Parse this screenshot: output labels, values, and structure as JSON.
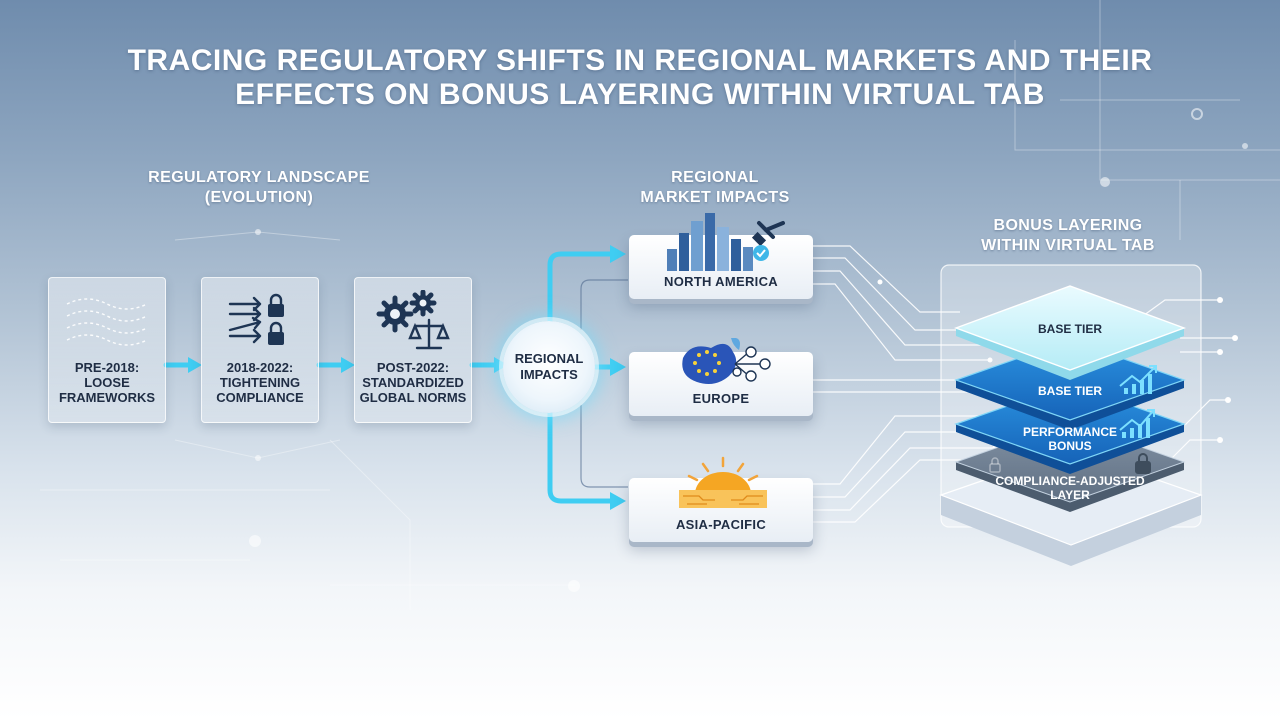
{
  "title": {
    "line1": "TRACING REGULATORY SHIFTS IN REGIONAL MARKETS AND THEIR",
    "line2": "EFFECTS ON BONUS LAYERING WITHIN VIRTUAL TAB"
  },
  "regulatory_landscape": {
    "heading_line1": "REGULATORY LANDSCAPE",
    "heading_line2": "(EVOLUTION)",
    "stages": [
      {
        "line1": "PRE-2018:",
        "line2": "LOOSE",
        "line3": "FRAMEWORKS",
        "icon": "wavy-lines-icon"
      },
      {
        "line1": "2018-2022:",
        "line2": "TIGHTENING",
        "line3": "COMPLIANCE",
        "icon": "arrows-lock-icon"
      },
      {
        "line1": "POST-2022:",
        "line2": "STANDARDIZED",
        "line3": "GLOBAL NORMS",
        "icon": "gears-scales-icon"
      }
    ]
  },
  "hub": {
    "line1": "REGIONAL",
    "line2": "IMPACTS"
  },
  "regional_market_impacts": {
    "heading_line1": "REGIONAL",
    "heading_line2": "MARKET IMPACTS",
    "regions": [
      {
        "label": "NORTH AMERICA",
        "icon": "city-skyline-gavel-icon"
      },
      {
        "label": "EUROPE",
        "icon": "eu-stars-network-icon"
      },
      {
        "label": "ASIA-PACIFIC",
        "icon": "sunrise-circuit-icon"
      }
    ]
  },
  "bonus_layering": {
    "heading_line1": "BONUS LAYERING",
    "heading_line2": "WITHIN VIRTUAL TAB",
    "layers": [
      {
        "line1": "BASE TIER",
        "line2": "",
        "color": "#c9f0f7"
      },
      {
        "line1": "BASE TIER",
        "line2": "",
        "color": "#1f7fd0"
      },
      {
        "line1": "PERFORMANCE",
        "line2": "BONUS",
        "color": "#1d86d8"
      },
      {
        "line1": "COMPLIANCE-ADJUSTED",
        "line2": "LAYER",
        "color": "#6e7f93"
      }
    ]
  },
  "colors": {
    "arrow": "#3fcdf2",
    "card_text": "#1f2d44",
    "navy_icon": "#1e3554"
  }
}
